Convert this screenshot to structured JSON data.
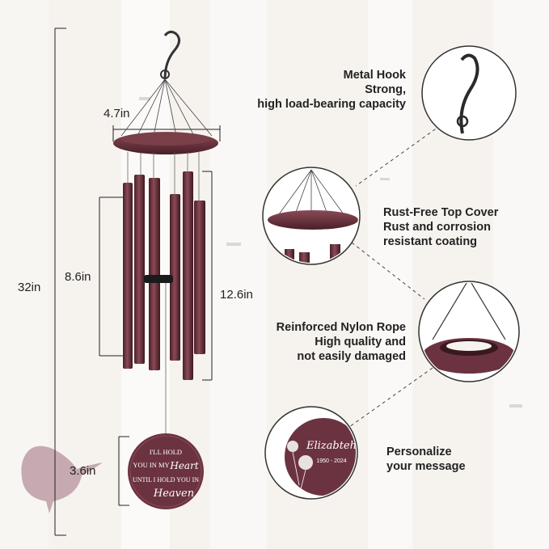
{
  "dimensions": {
    "width_top": "4.7in",
    "tube_mid": "8.6in",
    "tube_long": "12.6in",
    "total": "32in",
    "pendant": "3.6in"
  },
  "features": [
    {
      "title": "Metal Hook",
      "desc1": "Strong,",
      "desc2": "high load-bearing capacity",
      "icon": "hook-icon"
    },
    {
      "title": "Rust-Free Top Cover",
      "desc1": "Rust and corrosion",
      "desc2": "resistant coating",
      "icon": "top-cover-icon"
    },
    {
      "title": "Reinforced Nylon Rope",
      "desc1": "High quality and",
      "desc2": "not easily damaged",
      "icon": "rope-icon"
    },
    {
      "title": "Personalize",
      "desc1": "your message",
      "desc2": "",
      "icon": "pendant-icon"
    }
  ],
  "pendant_text": {
    "line1": "I'LL HOLD",
    "line2": "YOU IN MY",
    "line2_script": "Heart",
    "line3": "UNTIL I HOLD YOU IN",
    "line4_script": "Heaven"
  },
  "personalize_sample": {
    "name": "Elizabteh",
    "years": "1950 - 2024"
  },
  "colors": {
    "metal": "#5a2a33",
    "metal_light": "#8a4b56",
    "background": "#f6f3ef",
    "text": "#222222"
  }
}
